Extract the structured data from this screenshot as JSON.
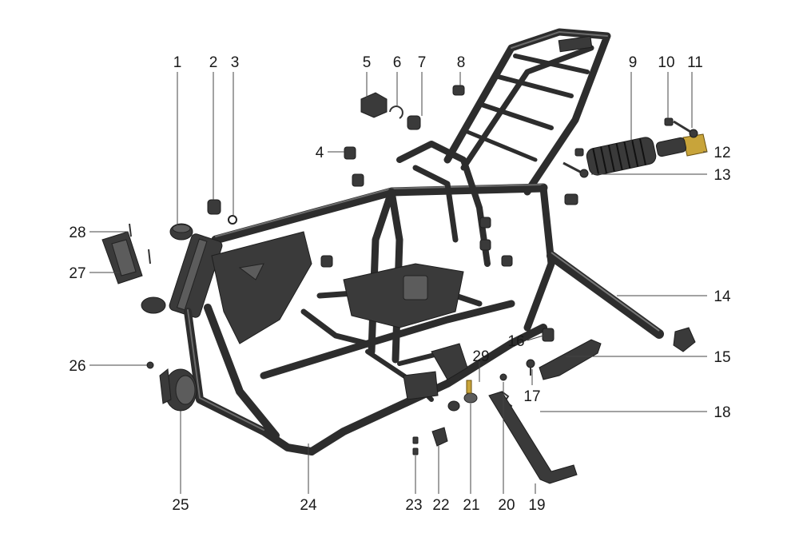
{
  "diagram": {
    "callouts": {
      "c1": "1",
      "c2": "2",
      "c3": "3",
      "c4": "4",
      "c5": "5",
      "c6": "6",
      "c7": "7",
      "c8": "8",
      "c9": "9",
      "c10": "10",
      "c11": "11",
      "c12": "12",
      "c13": "13",
      "c14": "14",
      "c15": "15",
      "c16": "16",
      "c17": "17",
      "c18": "18",
      "c19": "19",
      "c20": "20",
      "c21": "21",
      "c22": "22",
      "c23": "23",
      "c24": "24",
      "c25": "25",
      "c26": "26",
      "c27": "27",
      "c28": "28",
      "c29": "29"
    },
    "colors": {
      "frame": "#2d2d2d",
      "frame_highlight": "#6b6b6b",
      "part": "#3a3a3a",
      "accent_gold": "#c8a43a",
      "background": "#ffffff"
    }
  }
}
